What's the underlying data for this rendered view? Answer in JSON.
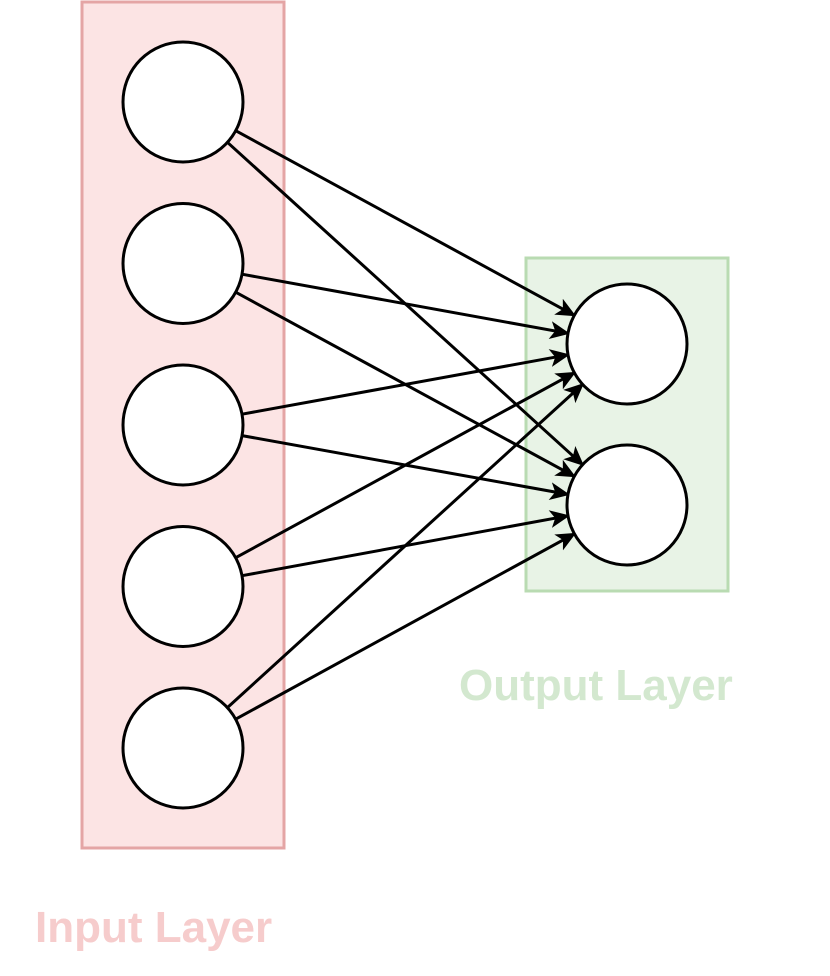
{
  "layers": {
    "input": {
      "label": "Input Layer",
      "neuron_count": 5,
      "fill_color": "#fce4e4",
      "stroke_color": "#e4a5a5",
      "label_color": "#f6cccc"
    },
    "output": {
      "label": "Output Layer",
      "neuron_count": 2,
      "fill_color": "#e8f3e6",
      "stroke_color": "#b9dbb2",
      "label_color": "#d3e8cf"
    }
  },
  "connections": "fully-connected",
  "colors": {
    "neuron_fill": "#ffffff",
    "neuron_stroke": "#000000",
    "edge": "#000000"
  }
}
